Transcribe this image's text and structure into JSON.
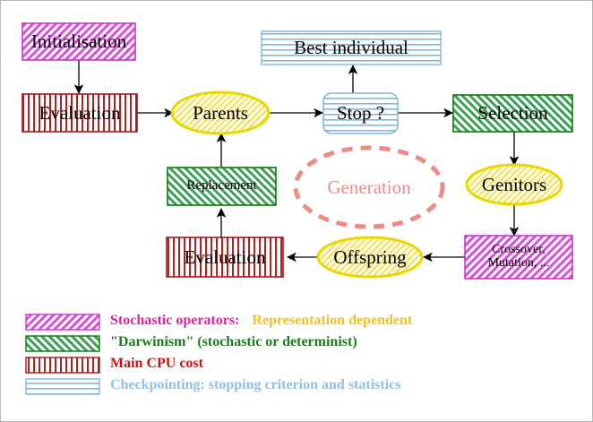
{
  "figure": {
    "title": "Evolutionary algorithm flowchart",
    "background": "#ffffff"
  },
  "palette": {
    "magenta": "#cc33cc",
    "magenta_text": "#e0209e",
    "green": "#008000",
    "green_text": "#178017",
    "dark_red": "#a01818",
    "red_text": "#cc1111",
    "light_blue": "#7fb8de",
    "light_blue_text": "#8fc0e8",
    "yellow": "#e8d800",
    "yellow_fill": "#fcf6c8",
    "gold_text": "#f0c01c",
    "salmon": "#ec8c84",
    "black": "#000000"
  },
  "nodes": [
    {
      "id": "initialisation",
      "label": "Initialisation",
      "style": "magenta"
    },
    {
      "id": "evaluation-top",
      "label": "Evaluation",
      "style": "red"
    },
    {
      "id": "parents",
      "label": "Parents",
      "style": "yellow"
    },
    {
      "id": "best",
      "label": "Best individual",
      "style": "blue"
    },
    {
      "id": "stop",
      "label": "Stop ?",
      "style": "blue-round"
    },
    {
      "id": "selection",
      "label": "Selection",
      "style": "green"
    },
    {
      "id": "genitors",
      "label": "Genitors",
      "style": "yellow"
    },
    {
      "id": "crossover",
      "label": "Crossover,\nMutation, ...",
      "style": "magenta"
    },
    {
      "id": "offspring",
      "label": "Offspring",
      "style": "yellow"
    },
    {
      "id": "evaluation-bot",
      "label": "Evaluation",
      "style": "red"
    },
    {
      "id": "replacement",
      "label": "Replacement",
      "style": "green"
    },
    {
      "id": "generation",
      "label": "Generation",
      "style": "dashed"
    }
  ],
  "labels": {
    "initialisation": "Initialisation",
    "evaluation_top": "Evaluation",
    "parents": "Parents",
    "best_individual": "Best individual",
    "stop": "Stop ?",
    "selection": "Selection",
    "genitors": "Genitors",
    "crossover_line1": "Crossover,",
    "crossover_line2": "Mutation, ...",
    "offspring": "Offspring",
    "evaluation_bottom": "Evaluation",
    "replacement": "Replacement",
    "generation": "Generation"
  },
  "edges": [
    {
      "from": "initialisation",
      "to": "evaluation-top"
    },
    {
      "from": "evaluation-top",
      "to": "parents"
    },
    {
      "from": "parents",
      "to": "stop"
    },
    {
      "from": "stop",
      "to": "best"
    },
    {
      "from": "stop",
      "to": "selection"
    },
    {
      "from": "selection",
      "to": "genitors"
    },
    {
      "from": "genitors",
      "to": "crossover"
    },
    {
      "from": "crossover",
      "to": "offspring"
    },
    {
      "from": "offspring",
      "to": "evaluation-bot"
    },
    {
      "from": "evaluation-bot",
      "to": "replacement"
    },
    {
      "from": "replacement",
      "to": "parents"
    }
  ],
  "legend": {
    "items": [
      {
        "swatch": "magenta-diagonal",
        "text_primary": "Stochastic operators:",
        "text_secondary": "Representation dependent",
        "color_primary": "#e0209e",
        "color_secondary": "#f0c01c"
      },
      {
        "swatch": "green-diagonal",
        "text_primary": "\"Darwinism\" (stochastic or determinist)",
        "text_secondary": "",
        "color_primary": "#178017",
        "color_secondary": ""
      },
      {
        "swatch": "red-vertical",
        "text_primary": "Main CPU cost",
        "text_secondary": "",
        "color_primary": "#cc1111",
        "color_secondary": ""
      },
      {
        "swatch": "blue-horizontal",
        "text_primary": "Checkpointing: stopping criterion and statistics",
        "text_secondary": "",
        "color_primary": "#8fc0e8",
        "color_secondary": ""
      }
    ]
  }
}
